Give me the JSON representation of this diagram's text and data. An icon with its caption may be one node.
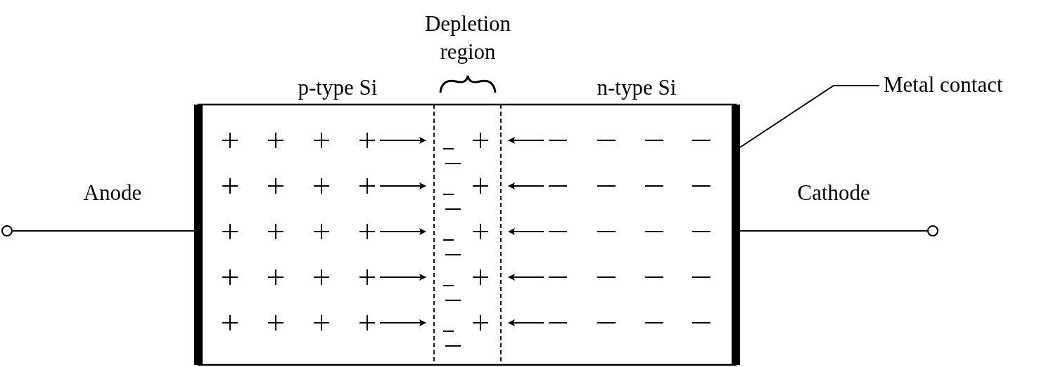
{
  "diagram": {
    "nodes": [
      {
        "text": [],
        "shape": "circle",
        "beside": [
          "Anode"
        ]
      },
      {
        "text": [],
        "shape": "bar"
      },
      {
        "text": [],
        "shape": "bar"
      },
      {
        "text": [],
        "shape": "circle",
        "beside": [
          "Cathode"
        ]
      },
      {
        "text": [
          "Metal contact"
        ]
      }
    ],
    "edges": [
      {
        "from": 0,
        "to": 1,
        "arrow": "none"
      },
      {
        "from": 2,
        "to": 3,
        "arrow": "none"
      },
      {
        "from": 4,
        "to": 2,
        "arrow": "none"
      }
    ],
    "labels": [
      "Depletion region",
      "p-type Si",
      "n-type Si"
    ]
  }
}
